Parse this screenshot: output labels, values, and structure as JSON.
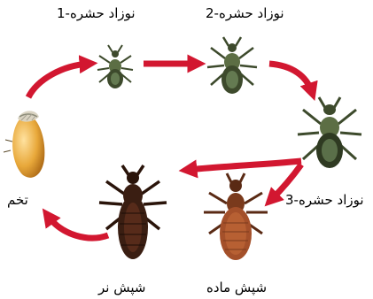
{
  "labels": {
    "nymph1": "نوزاد حشره-1",
    "nymph2": "نوزاد حشره-2",
    "nymph3": "نوزاد حشره-3",
    "egg": "تخم",
    "female": "شپش ماده",
    "male": "شپش نر"
  },
  "colors": {
    "arrow": "#d21730",
    "nymph_body": "#3d4a2c",
    "nymph_accent": "#7e9b6a",
    "female_body": "#a4502a",
    "male_body": "#3a1e12",
    "egg_shell": "#e8a83a"
  }
}
